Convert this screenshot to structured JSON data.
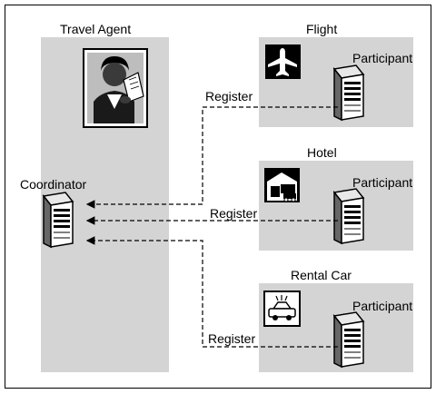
{
  "diagram": {
    "travel_agent": {
      "title": "Travel Agent",
      "role_label": "Coordinator"
    },
    "services": [
      {
        "title": "Flight",
        "role_label": "Participant",
        "icon": "airplane-icon",
        "arrow_label": "Register"
      },
      {
        "title": "Hotel",
        "role_label": "Participant",
        "icon": "hotel-icon",
        "arrow_label": "Register"
      },
      {
        "title": "Rental Car",
        "role_label": "Participant",
        "icon": "car-icon",
        "arrow_label": "Register"
      }
    ],
    "colors": {
      "panel": "#d4d4d4",
      "line": "#000000",
      "background": "#ffffff"
    }
  }
}
